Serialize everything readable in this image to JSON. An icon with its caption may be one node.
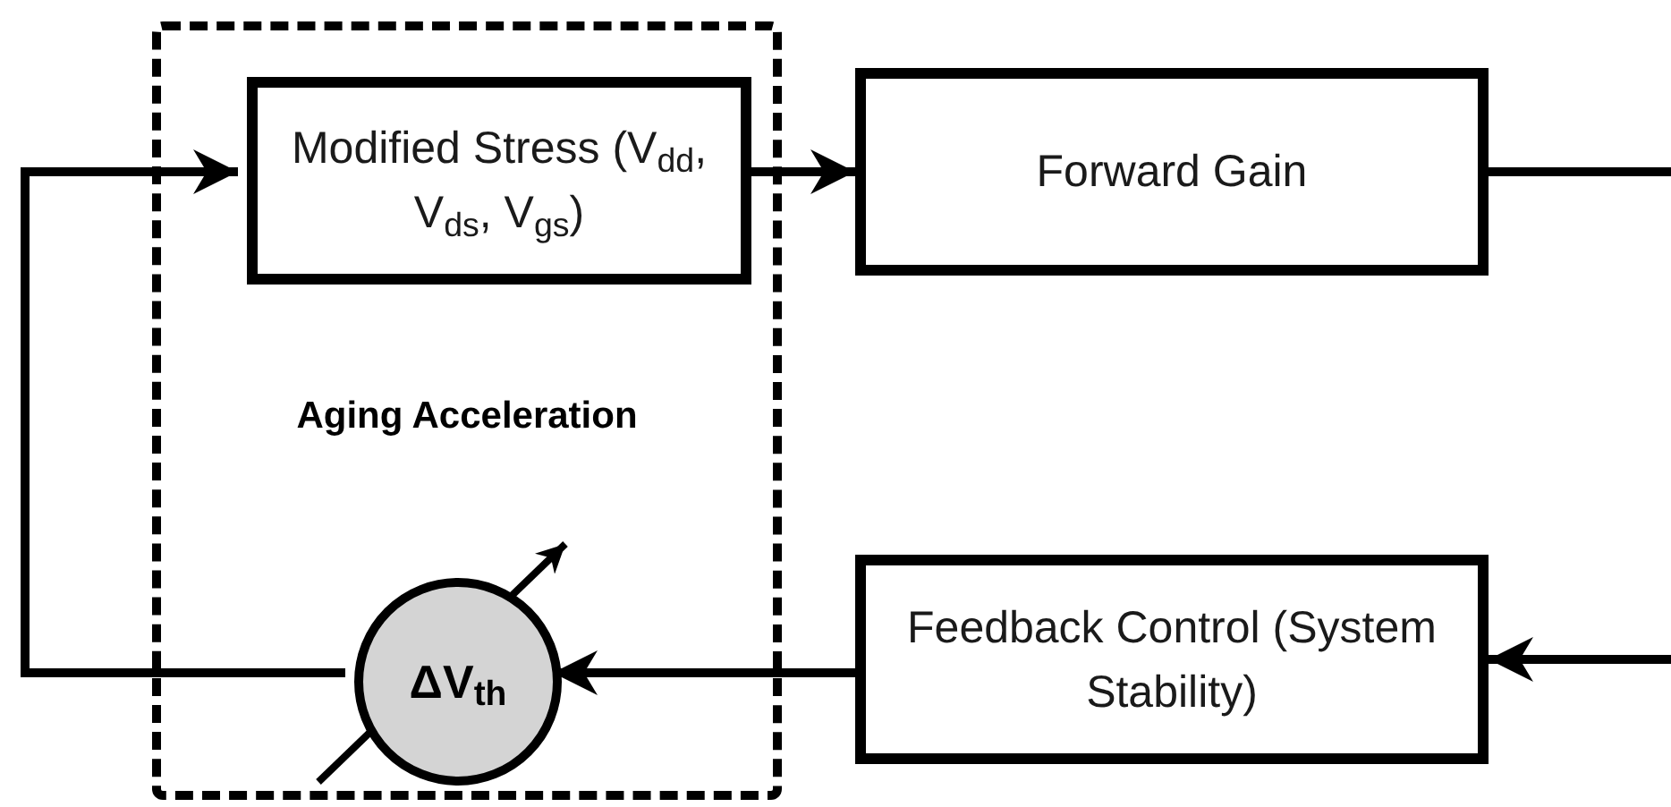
{
  "diagram": {
    "nodes": [
      {
        "text": [
          "Aging Acceleration"
        ]
      },
      {
        "text": [
          "Modified Stress (V$_{dd}$, V$_{ds}$, V$_{gs}$)"
        ],
        "in": 0
      },
      {
        "text": [
          "Forward Gain"
        ]
      },
      {
        "text": [
          "Feedback Control (System Stability)"
        ]
      },
      {
        "text": [
          "ΔV$_{th}$"
        ],
        "in": 0
      }
    ],
    "edges": [
      {
        "from": 1,
        "to": 2,
        "arrow": "to"
      },
      {
        "from": 2,
        "to": null,
        "arrow": "none"
      },
      {
        "from": null,
        "to": 3,
        "arrow": "to"
      },
      {
        "from": 3,
        "to": 4,
        "arrow": "to"
      },
      {
        "from": 4,
        "to": 1,
        "arrow": "to"
      }
    ]
  }
}
